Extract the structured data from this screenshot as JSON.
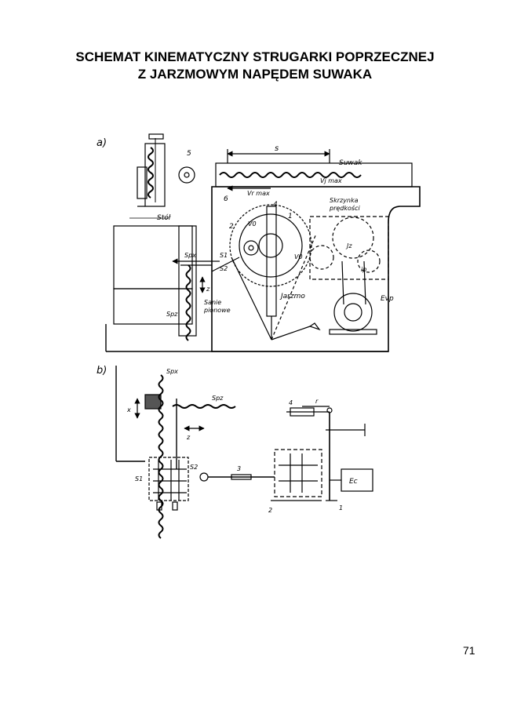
{
  "document": {
    "title_line1": "SCHEMAT KINEMATYCZNY STRUGARKI POPRZECZNEJ",
    "title_line2": "Z JARZMOWYM NAPĘDEM SUWAKA",
    "page_number": "71"
  },
  "diagram_a": {
    "panel": "a)",
    "labels": {
      "s": "s",
      "suwak": "Suwak",
      "n5": "5",
      "n6": "6",
      "n4": "4",
      "n1": "1",
      "n2": "2",
      "vjmax": "Vj max",
      "vrmax": "Vr max",
      "skrzynka1": "Skrzynka",
      "skrzynka2": "prędkości",
      "stol": "Stół",
      "spx": "Spx",
      "s1": "S1",
      "s2": "S2",
      "v0a": "V0",
      "v0b": "V0",
      "jz": "Jz",
      "ip": "ip",
      "z": "z",
      "spz": "Spz",
      "sanie1": "Sanie",
      "sanie2": "pionowe",
      "jarzmo": "Jarzmo",
      "evp": "Evp"
    }
  },
  "diagram_b": {
    "panel": "b)",
    "labels": {
      "spx": "Spx",
      "spz": "Spz",
      "x": "x",
      "z": "z",
      "n4": "4",
      "r": "r",
      "s1": "S1",
      "s2": "S2",
      "n3": "3",
      "ec": "Ec",
      "n2": "2",
      "n1": "1"
    }
  }
}
